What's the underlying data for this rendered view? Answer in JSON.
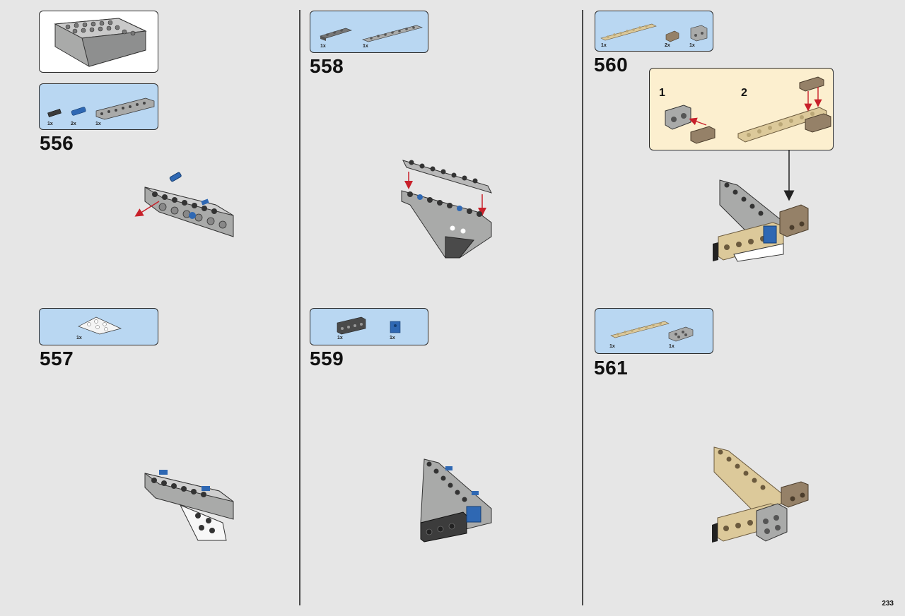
{
  "page_number": "233",
  "steps": [
    {
      "number": "556",
      "parts": [
        "1x",
        "2x",
        "1x"
      ]
    },
    {
      "number": "557",
      "parts": [
        "1x"
      ]
    },
    {
      "number": "558",
      "parts": [
        "1x",
        "1x"
      ]
    },
    {
      "number": "559",
      "parts": [
        "1x",
        "1x"
      ]
    },
    {
      "number": "560",
      "parts": [
        "1x",
        "2x",
        "1x"
      ],
      "substeps": [
        "1",
        "2"
      ]
    },
    {
      "number": "561",
      "parts": [
        "1x",
        "1x"
      ]
    }
  ],
  "colors": {
    "background": "#e6e6e6",
    "parts_box": "#b9d7f2",
    "substep_box": "#fcefcf",
    "light_gray": "#a9aaa9",
    "dark_gray": "#5b5c5d",
    "tan": "#dcc99a",
    "dark_tan": "#958168",
    "blue": "#2f68b3",
    "arrow_red": "#c8202a"
  }
}
